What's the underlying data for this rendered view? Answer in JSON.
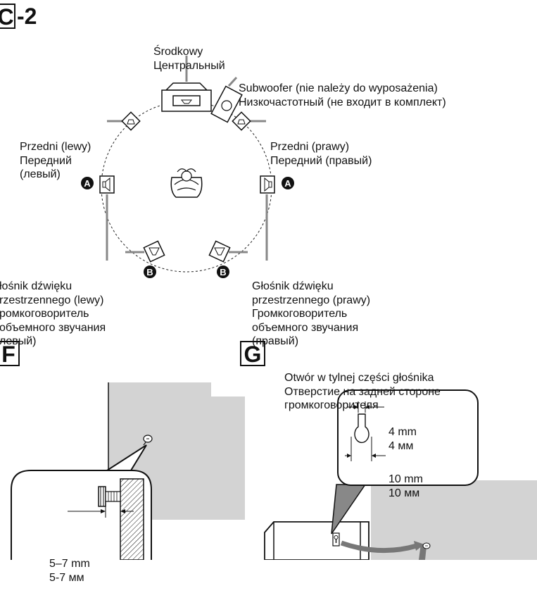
{
  "sections": {
    "c2": {
      "box": "C",
      "suffix": "-2"
    },
    "f": {
      "box": "F"
    },
    "g": {
      "box": "G"
    }
  },
  "labels": {
    "center": [
      "Środkowy",
      "Центральный"
    ],
    "subwoofer": [
      "Subwoofer (nie należy do wyposażenia)",
      "Низкочастотный (не входит в комплект)"
    ],
    "front_left": [
      "Przedni (lewy)",
      "Передний",
      "(левый)"
    ],
    "front_right": [
      "Przedni (prawy)",
      "Передний (правый)"
    ],
    "surround_left": [
      "łośnik dźwięku",
      "rzestrzennego (lewy)",
      "ромкоговоритель",
      "объемного звучания",
      "левый)"
    ],
    "surround_right": [
      "Głośnik dźwięku",
      "przestrzennego (prawy)",
      "Громкоговоритель",
      "объемного звучания",
      "(правый)"
    ],
    "f_distance": [
      "5–7 mm",
      "5-7 мм"
    ],
    "g_hole": [
      "Otwór w tylnej części głośnika",
      "Отверстие на задней стороне",
      "громкоговорителя"
    ],
    "g_dim_4": [
      "4 mm",
      "4 мм"
    ],
    "g_dim_10": [
      "10 mm",
      "10 мм"
    ]
  },
  "markers": {
    "a": "A",
    "b": "B"
  }
}
